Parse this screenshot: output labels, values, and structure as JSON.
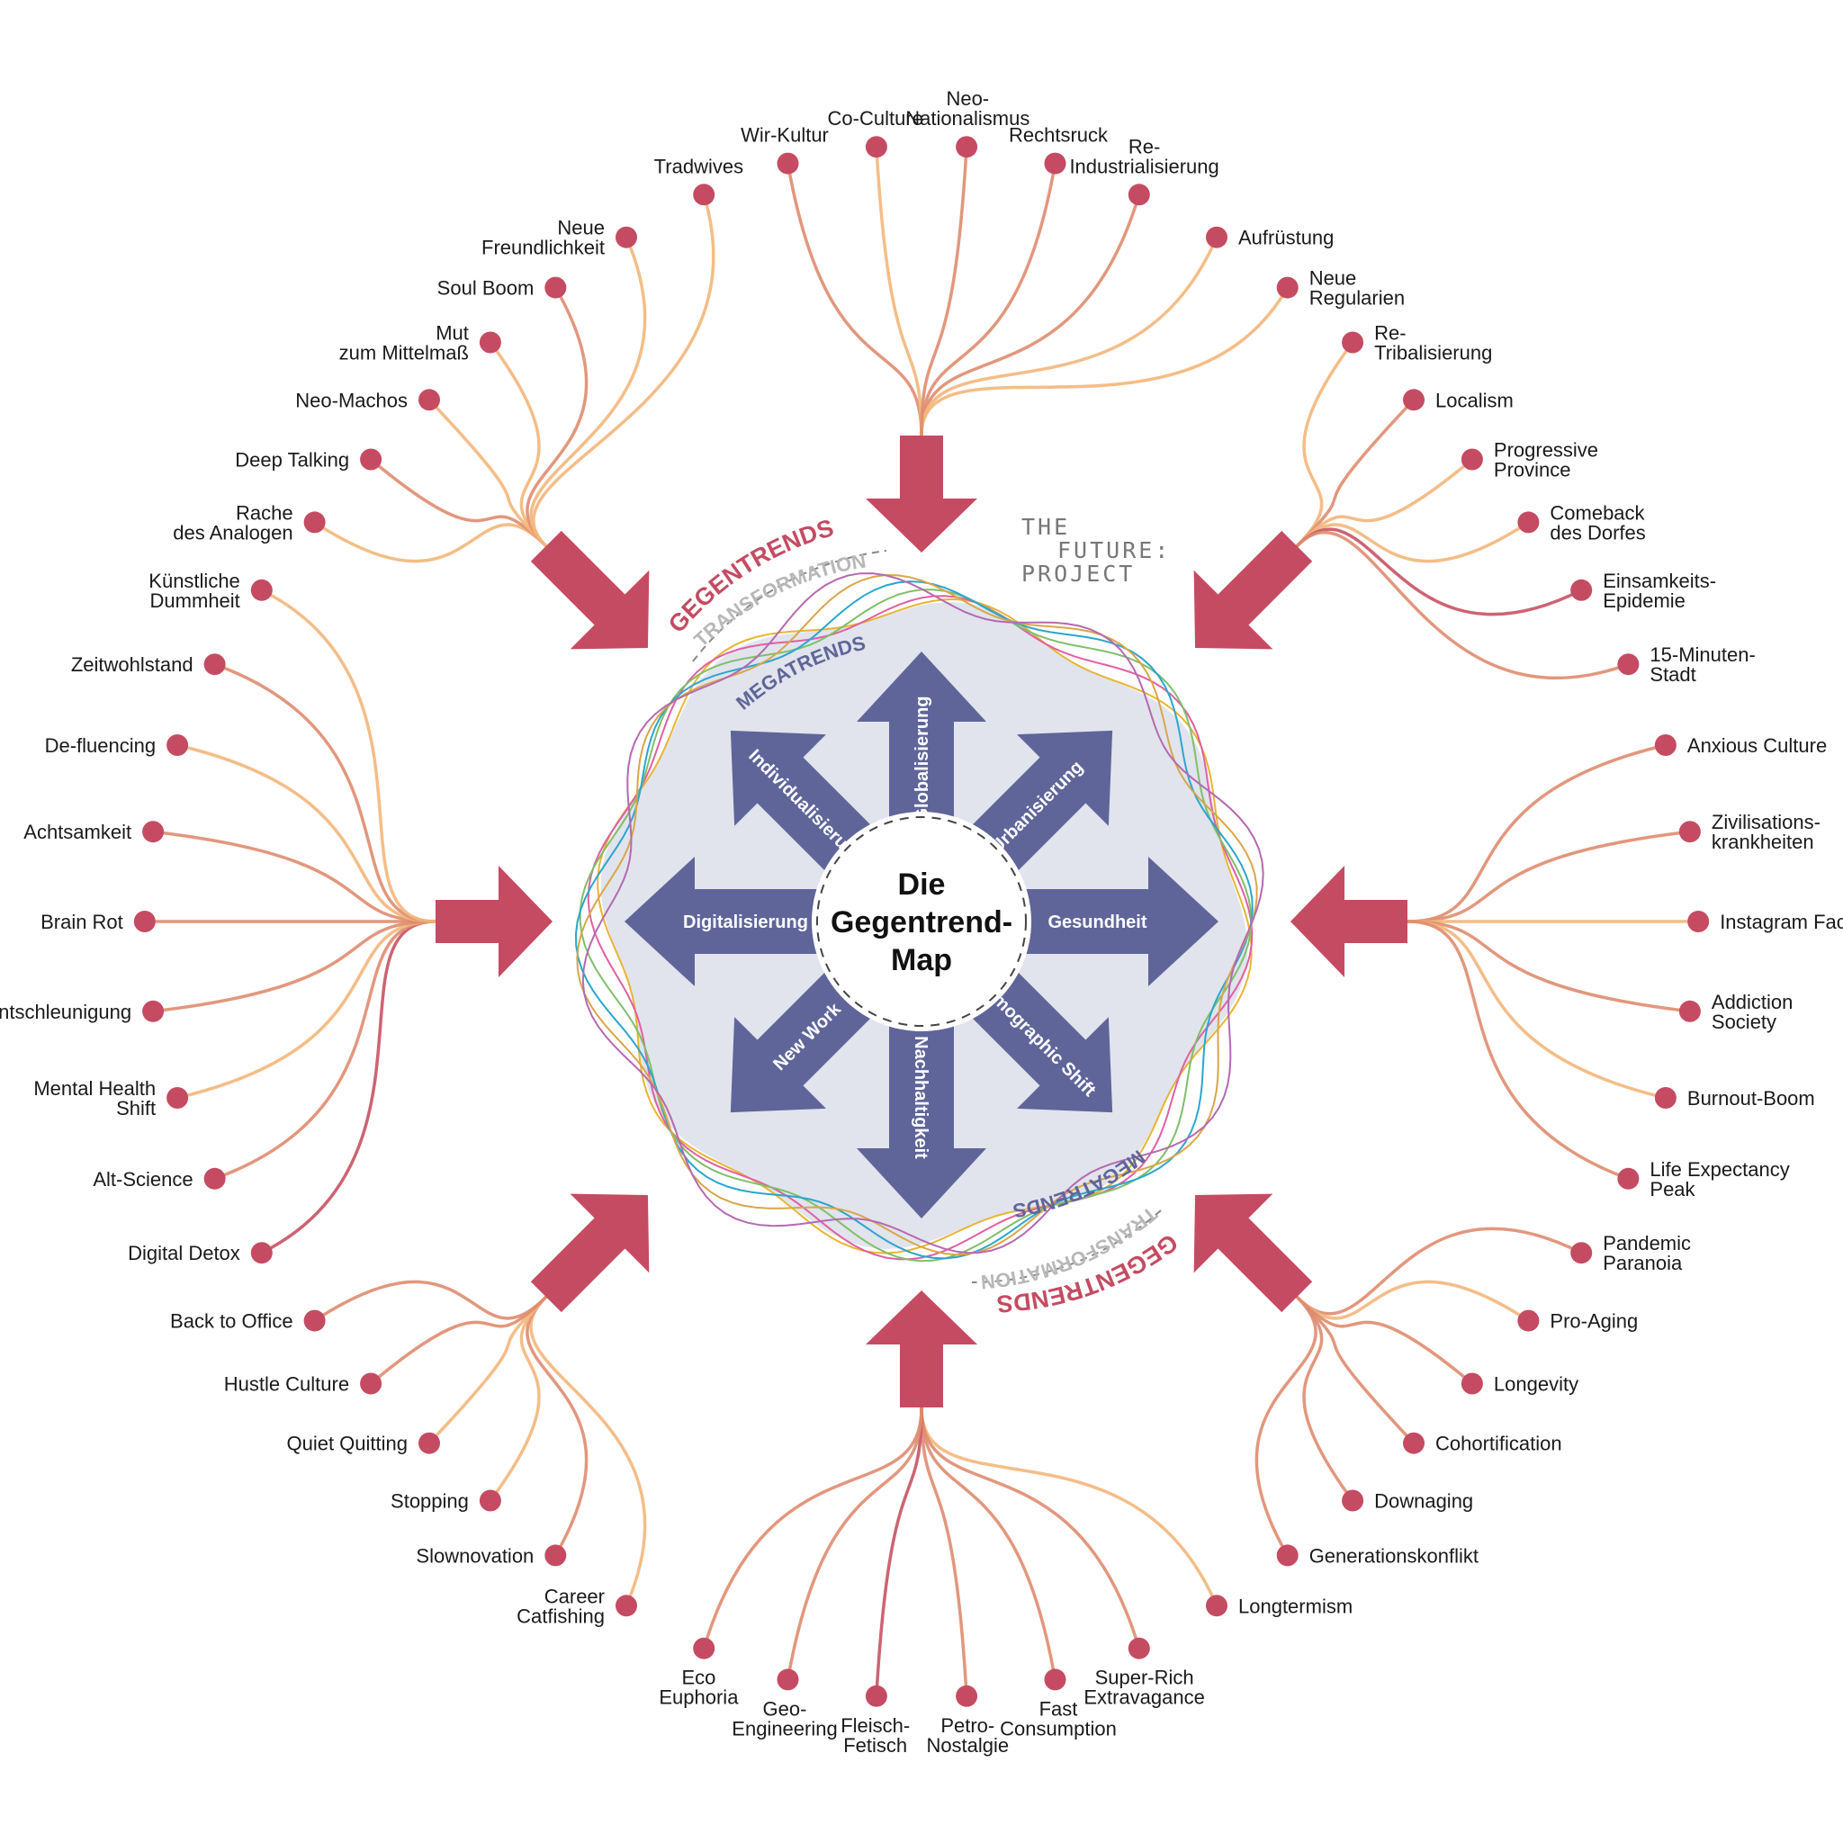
{
  "center": {
    "title_lines": [
      "Die",
      "Gegentrend-",
      "Map"
    ]
  },
  "brand": {
    "lines": [
      "THE",
      "FUTURE:",
      "PROJECT"
    ]
  },
  "ring_texts": {
    "gegentrends": "GEGENTRENDS",
    "transformation": "TRANSFORMATION",
    "megatrends": "MEGATRENDS"
  },
  "colors": {
    "counter_arrow": "#c54b62",
    "mega_arrow": "#5f6599",
    "dot": "#c54b62",
    "blob": "#e1e4ec",
    "line_warm": "#f3b67a",
    "line_mid": "#df8c6f",
    "line_red": "#c85263"
  },
  "megatrends": [
    {
      "key": "up",
      "label": "Globalisierung"
    },
    {
      "key": "ur",
      "label": "Urbanisierung"
    },
    {
      "key": "r",
      "label": "Gesundheit"
    },
    {
      "key": "dr",
      "label": "Demographic Shift"
    },
    {
      "key": "d",
      "label": "Nachhaltigkeit"
    },
    {
      "key": "dl",
      "label": "New Work"
    },
    {
      "key": "l",
      "label": "Digitalisierung"
    },
    {
      "key": "ul",
      "label": "Individualisierung"
    }
  ],
  "countertrends": [
    {
      "label": "Rechtsruck",
      "group": "N",
      "tone": 1
    },
    {
      "label": "Re-\nIndustrialisierung",
      "group": "N",
      "tone": 1
    },
    {
      "label": "Aufrüstung",
      "group": "N",
      "tone": 0
    },
    {
      "label": "Neue\nRegularien",
      "group": "N",
      "tone": 0
    },
    {
      "label": "Re-\nTribalisierung",
      "group": "NE",
      "tone": 0
    },
    {
      "label": "Localism",
      "group": "NE",
      "tone": 1
    },
    {
      "label": "Progressive\nProvince",
      "group": "NE",
      "tone": 0
    },
    {
      "label": "Comeback\ndes Dorfes",
      "group": "NE",
      "tone": 0
    },
    {
      "label": "Einsamkeits-\nEpidemie",
      "group": "NE",
      "tone": 2
    },
    {
      "label": "15-Minuten-\nStadt",
      "group": "NE",
      "tone": 1
    },
    {
      "label": "Anxious Culture",
      "group": "E",
      "tone": 1
    },
    {
      "label": "Zivilisations-\nkrankheiten",
      "group": "E",
      "tone": 1
    },
    {
      "label": "Instagram Face",
      "group": "E",
      "tone": 0
    },
    {
      "label": "Addiction\nSociety",
      "group": "E",
      "tone": 1
    },
    {
      "label": "Burnout-Boom",
      "group": "E",
      "tone": 0
    },
    {
      "label": "Life Expectancy\nPeak",
      "group": "E",
      "tone": 1
    },
    {
      "label": "Pandemic\nParanoia",
      "group": "SE",
      "tone": 1
    },
    {
      "label": "Pro-Aging",
      "group": "SE",
      "tone": 0
    },
    {
      "label": "Longevity",
      "group": "SE",
      "tone": 1
    },
    {
      "label": "Cohortification",
      "group": "SE",
      "tone": 1
    },
    {
      "label": "Downaging",
      "group": "SE",
      "tone": 1
    },
    {
      "label": "Generationskonflikt",
      "group": "SE",
      "tone": 1
    },
    {
      "label": "Longtermism",
      "group": "S",
      "tone": 0
    },
    {
      "label": "Super-Rich\nExtravagance",
      "group": "S",
      "tone": 1
    },
    {
      "label": "Fast\nConsumption",
      "group": "S",
      "tone": 1
    },
    {
      "label": "Petro-\nNostalgie",
      "group": "S",
      "tone": 1
    },
    {
      "label": "Fleisch-\nFetisch",
      "group": "S",
      "tone": 2
    },
    {
      "label": "Geo-\nEngineering",
      "group": "S",
      "tone": 1
    },
    {
      "label": "Eco\nEuphoria",
      "group": "S",
      "tone": 1
    },
    {
      "label": "Career\nCatfishing",
      "group": "SW",
      "tone": 0
    },
    {
      "label": "Slownovation",
      "group": "SW",
      "tone": 1
    },
    {
      "label": "Stopping",
      "group": "SW",
      "tone": 0
    },
    {
      "label": "Quiet Quitting",
      "group": "SW",
      "tone": 0
    },
    {
      "label": "Hustle Culture",
      "group": "SW",
      "tone": 1
    },
    {
      "label": "Back to Office",
      "group": "SW",
      "tone": 1
    },
    {
      "label": "Digital Detox",
      "group": "W",
      "tone": 2
    },
    {
      "label": "Alt-Science",
      "group": "W",
      "tone": 1
    },
    {
      "label": "Mental Health\nShift",
      "group": "W",
      "tone": 0
    },
    {
      "label": "Entschleunigung",
      "group": "W",
      "tone": 1
    },
    {
      "label": "Brain Rot",
      "group": "W",
      "tone": 1
    },
    {
      "label": "Achtsamkeit",
      "group": "W",
      "tone": 1
    },
    {
      "label": "De-fluencing",
      "group": "W",
      "tone": 0
    },
    {
      "label": "Zeitwohlstand",
      "group": "W",
      "tone": 1
    },
    {
      "label": "Künstliche\nDummheit",
      "group": "W",
      "tone": 0
    },
    {
      "label": "Rache\ndes Analogen",
      "group": "NW",
      "tone": 0
    },
    {
      "label": "Deep Talking",
      "group": "NW",
      "tone": 1
    },
    {
      "label": "Neo-Machos",
      "group": "NW",
      "tone": 0
    },
    {
      "label": "Mut\nzum Mittelmaß",
      "group": "NW",
      "tone": 0
    },
    {
      "label": "Soul Boom",
      "group": "NW",
      "tone": 1
    },
    {
      "label": "Neue\nFreundlichkeit",
      "group": "NW",
      "tone": 0
    },
    {
      "label": "Tradwives",
      "group": "NW",
      "tone": 0
    },
    {
      "label": "Wir-Kultur",
      "group": "N",
      "tone": 1
    },
    {
      "label": "Co-Culture",
      "group": "N",
      "tone": 0
    },
    {
      "label": "Neo-\nNationalismus",
      "group": "N",
      "tone": 1
    }
  ]
}
